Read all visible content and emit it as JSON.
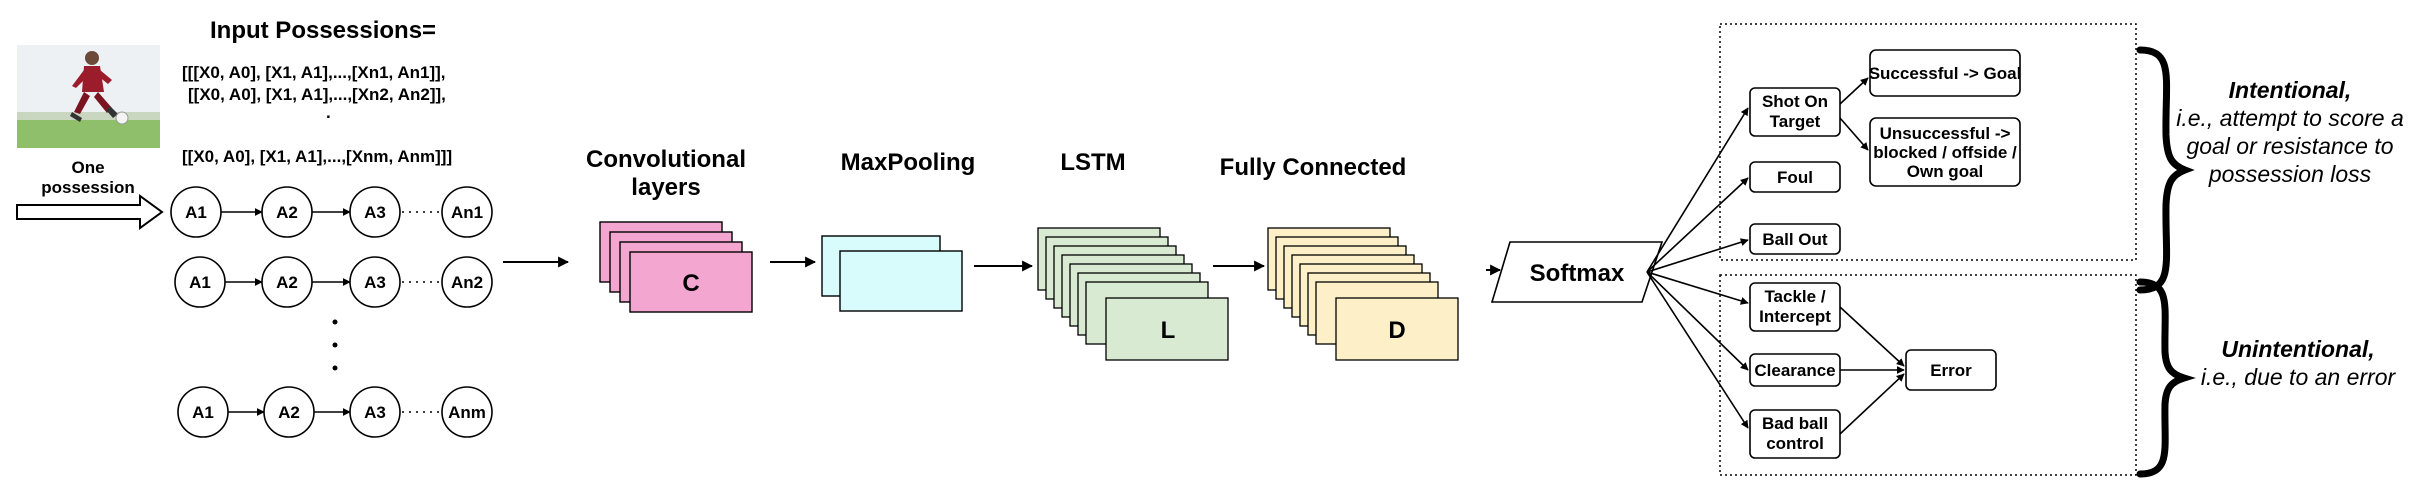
{
  "input": {
    "title": "Input Possessions=",
    "lines": [
      "[[[X0, A0], [X1, A1],...,[Xn1, An1]],",
      "[[X0, A0], [X1, A1],...,[Xn2, An2]],",
      ".",
      "[[X0, A0], [X1, A1],...,[Xnm, Anm]]]"
    ],
    "possession_label": [
      "One",
      "possession"
    ]
  },
  "chains": [
    [
      "A1",
      "A2",
      "A3",
      "An1"
    ],
    [
      "A1",
      "A2",
      "A3",
      "An2"
    ],
    [
      "A1",
      "A2",
      "A3",
      "Anm"
    ]
  ],
  "layers": {
    "conv": {
      "title": [
        "Convolutional",
        "layers"
      ],
      "letter": "C",
      "color": "#f3a6cf"
    },
    "pool": {
      "title": [
        "MaxPooling"
      ],
      "color": "#d8fbfc"
    },
    "lstm": {
      "title": [
        "LSTM"
      ],
      "letter": "L",
      "color": "#d9ead3"
    },
    "fc": {
      "title": [
        "Fully Connected"
      ],
      "letter": "D",
      "color": "#fdf0c8"
    }
  },
  "softmax": "Softmax",
  "outcomes": {
    "shot": [
      "Shot On",
      "Target"
    ],
    "successful": "Successful -> Goal",
    "unsuccessful": [
      "Unsuccessful ->",
      "blocked / offside /",
      "Own goal"
    ],
    "foul": "Foul",
    "ball_out": "Ball Out",
    "tackle": [
      "Tackle /",
      "Intercept"
    ],
    "clearance": "Clearance",
    "bad_control": [
      "Bad ball",
      "control"
    ],
    "error": "Error"
  },
  "intentional": {
    "title": "Intentional,",
    "desc": [
      "i.e., attempt to score a",
      "goal or resistance to",
      "possession loss"
    ]
  },
  "unintentional": {
    "title": "Unintentional,",
    "desc": [
      "i.e., due to an error"
    ]
  }
}
